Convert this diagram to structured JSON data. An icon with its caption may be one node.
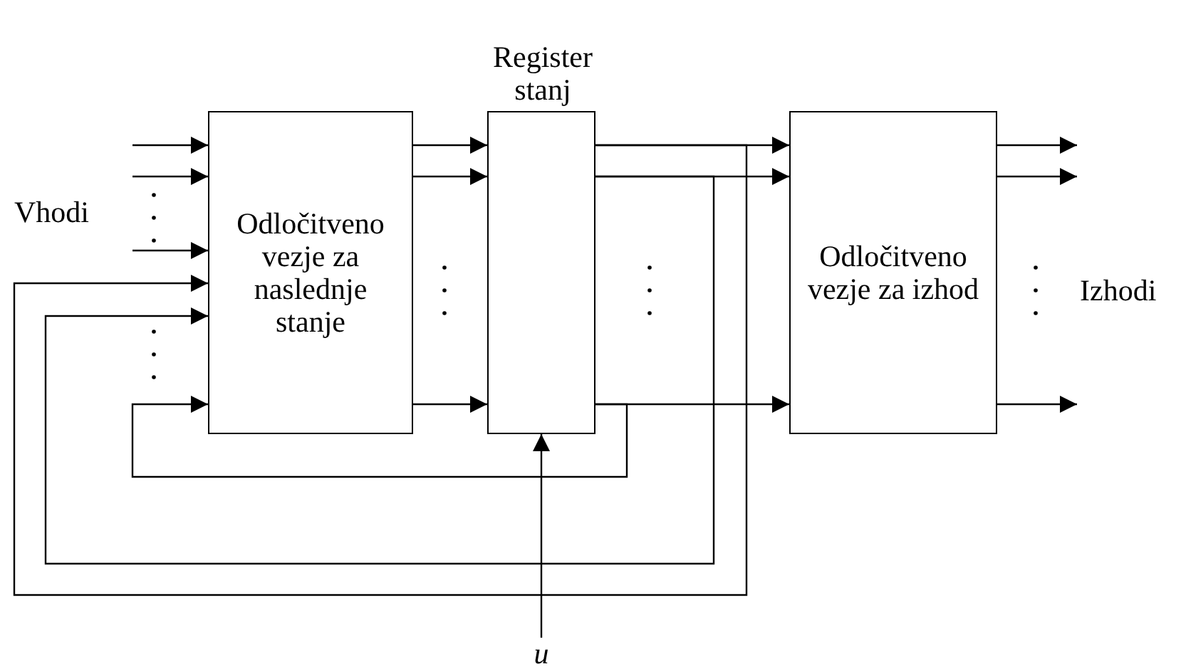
{
  "diagram": {
    "nodes": [
      {
        "text": [
          "Odločitveno vezje za naslednje stanje"
        ]
      },
      {
        "text": [
          "Register stanj"
        ]
      },
      {
        "text": [
          "Odločitveno vezje za izhod"
        ]
      },
      {
        "text": [
          "u"
        ]
      }
    ],
    "edges": [
      {
        "from": null,
        "to": 0,
        "arrow": "to"
      },
      {
        "from": null,
        "to": 0,
        "arrow": "to"
      },
      {
        "from": null,
        "to": 0,
        "arrow": "to"
      },
      {
        "from": 0,
        "to": 1,
        "arrow": "to"
      },
      {
        "from": 0,
        "to": 1,
        "arrow": "to"
      },
      {
        "from": 0,
        "to": 1,
        "arrow": "to"
      },
      {
        "from": 1,
        "to": 2,
        "arrow": "to"
      },
      {
        "from": 1,
        "to": 2,
        "arrow": "to"
      },
      {
        "from": 1,
        "to": 2,
        "arrow": "to"
      },
      {
        "from": 1,
        "to": 0,
        "arrow": "to"
      },
      {
        "from": 1,
        "to": 0,
        "arrow": "to"
      },
      {
        "from": 1,
        "to": 0,
        "arrow": "to"
      },
      {
        "from": 2,
        "to": null,
        "arrow": "to"
      },
      {
        "from": 2,
        "to": null,
        "arrow": "to"
      },
      {
        "from": 2,
        "to": null,
        "arrow": "to"
      },
      {
        "from": 3,
        "to": 1,
        "arrow": "to"
      }
    ],
    "labels": [
      "Vhodi",
      "Izhodi"
    ]
  }
}
